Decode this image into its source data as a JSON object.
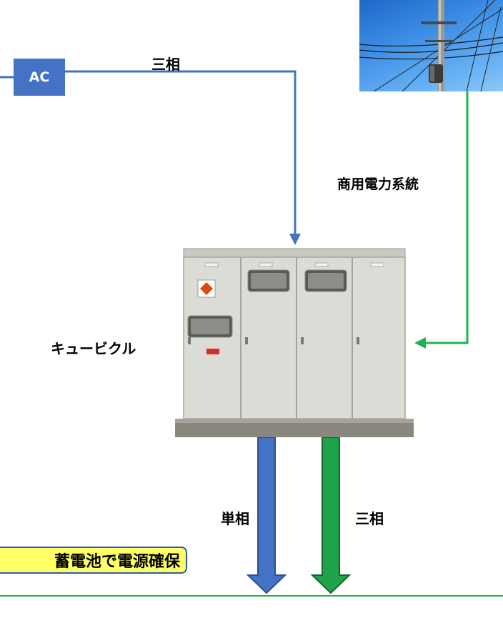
{
  "nodes": {
    "ac": "AC",
    "cubicle": "キュービクル",
    "battery_note": "蓄電池で電源確保"
  },
  "lines": {
    "three_phase_top": "三相",
    "grid": "商用電力系統",
    "single_phase": "単相",
    "three_phase_bottom": "三相"
  },
  "images": {
    "utility_pole": "utility-pole-photo",
    "cubicle": "cubicle-photo"
  },
  "colors": {
    "blue": "#4472c4",
    "green": "#22b14c",
    "dark_green": "#1a7a36",
    "note_fill": "#ffff66"
  }
}
